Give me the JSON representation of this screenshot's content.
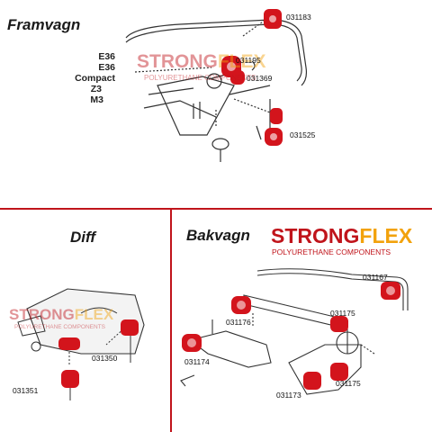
{
  "sections": {
    "front": {
      "title": "Framvagn",
      "models": [
        "E36",
        "E36 Compact",
        "Z3",
        "M3"
      ],
      "codes": [
        "031183",
        "031195",
        "031369",
        "031525"
      ]
    },
    "diff": {
      "title": "Diff",
      "codes": [
        "031350",
        "031351"
      ]
    },
    "rear": {
      "title": "Bakvagn",
      "codes": [
        "031167",
        "031176",
        "031175",
        "031174",
        "031173",
        "031175"
      ]
    }
  },
  "brand": {
    "strong": "STRONG",
    "flex": "FLEX",
    "tagline": "POLYURETHANE COMPONENTS",
    "red": "#c0141b",
    "orange": "#f2a20c"
  },
  "colors": {
    "divider": "#c0141b",
    "bushing": "#d3141c",
    "line_art": "#333333"
  }
}
